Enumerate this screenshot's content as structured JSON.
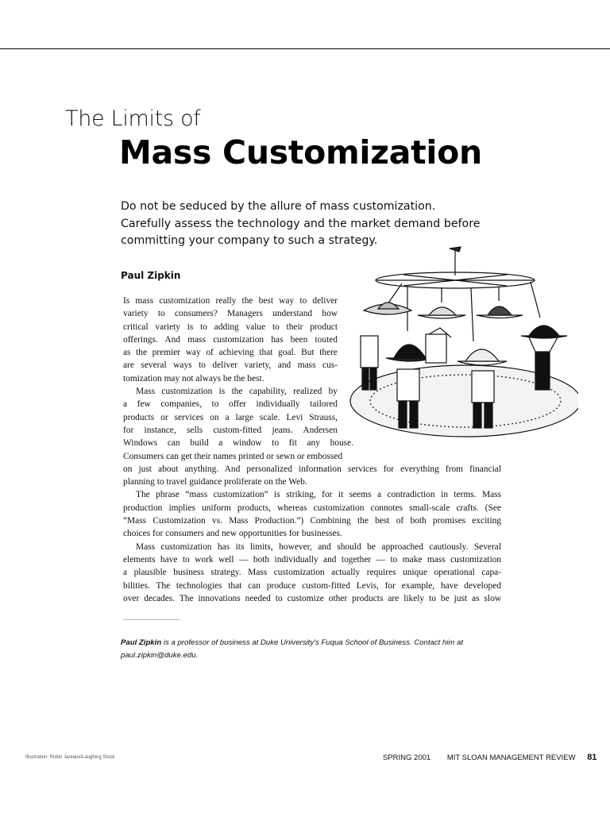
{
  "article": {
    "kicker": "The Limits of",
    "title": "Mass Customization",
    "deck": [
      "Do not be seduced by the allure of mass customization.",
      "Carefully assess the technology and the market demand before",
      "committing your company to such a strategy."
    ],
    "author": "Paul Zipkin"
  },
  "body_lines": [
    "Is mass customization really the best way to deliver",
    "variety to consumers? Managers understand how",
    "critical variety is to adding value to their product",
    "offerings. And mass customization has been touted",
    "as the premier way of achieving that goal. But there",
    "are several ways to deliver variety, and mass cus-",
    "tomization may not always be the best.",
    "Mass customization is the capability, realized by",
    "a few companies, to offer individually tailored",
    "products or services on a large scale. Levi Strauss,",
    "for instance, sells custom-fitted jeans. Andersen",
    "Windows can build a window to fit any house.",
    "Consumers can get their names printed or sewn or embossed",
    "on just about anything. And personalized information services for everything from financial",
    "planning to travel guidance proliferate on the Web.",
    "The phrase “mass customization” is striking, for it seems a contradiction in terms. Mass",
    "production implies uniform products, whereas customization connotes small-scale crafts. (See",
    "“Mass Customization vs. Mass Production.”) Combining the best of both promises exciting",
    "choices for consumers and new opportunities for businesses.",
    "Mass customization has its limits, however, and should be approached cautiously. Several",
    "elements have to work well — both individually and together — to make mass customization",
    "a plausible business strategy. Mass customization actually requires unique operational capa-",
    "bilities. The technologies that can produce custom-fitted Levis, for example, have developed",
    "over decades. The innovations needed to customize other products are likely to be just as slow"
  ],
  "footnote": {
    "name": "Paul Zipkin",
    "line1_rest": " is a professor of business at Duke University's Fuqua School of Business. Contact him at",
    "line2": "paul.zipkin@duke.edu."
  },
  "footer": {
    "credit": "Illustration: Robin Jareaux/Laughing Stock",
    "issue": "SPRING 2001",
    "publication": "MIT SLOAN MANAGEMENT REVIEW",
    "page_number": "81"
  },
  "colors": {
    "text": "#111111",
    "rule": "#000000",
    "background": "#ffffff"
  }
}
